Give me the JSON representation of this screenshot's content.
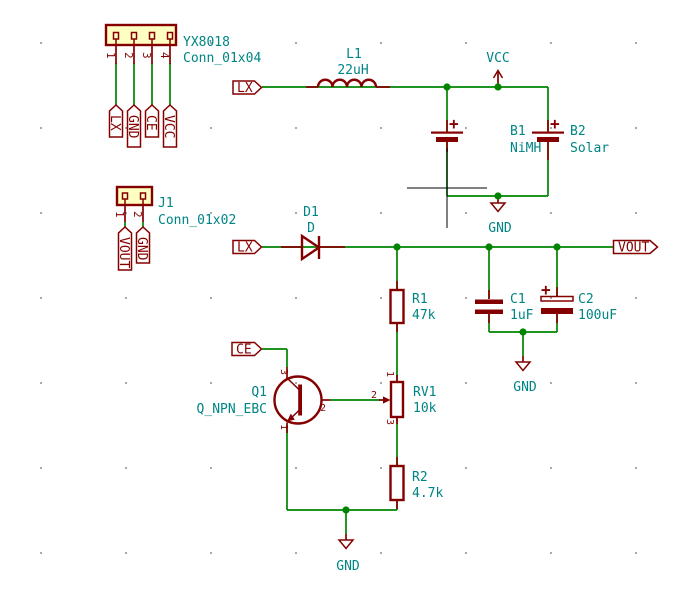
{
  "colors": {
    "background": "#FFFFFF",
    "wire": "#008400",
    "symbol_outline": "#840000",
    "value_text": "#008484",
    "label_text": "#840000",
    "connector_fill": "#FFFFC2",
    "grid_dot": "#7a7a7a",
    "junction": "#008400",
    "cursor": "#000000"
  },
  "connectors": {
    "yx8018": {
      "reference": "YX8018",
      "value": "Conn_01x04",
      "pin_numbers": [
        "1",
        "2",
        "3",
        "4"
      ],
      "pin_labels": [
        "LX",
        "GND",
        "CE",
        "VCC"
      ]
    },
    "j1": {
      "reference": "J1",
      "value": "Conn_01x02",
      "pin_numbers": [
        "1",
        "2"
      ],
      "pin_labels": [
        "VOUT",
        "GND"
      ]
    }
  },
  "components": {
    "l1": {
      "reference": "L1",
      "value": "22uH"
    },
    "b1": {
      "reference": "B1",
      "value": "NiMH",
      "polarity": "+"
    },
    "b2": {
      "reference": "B2",
      "value": "Solar",
      "polarity": "+"
    },
    "d1": {
      "reference": "D1",
      "value": "D"
    },
    "r1": {
      "reference": "R1",
      "value": "47k"
    },
    "r2": {
      "reference": "R2",
      "value": "4.7k"
    },
    "rv1": {
      "reference": "RV1",
      "value": "10k",
      "pin_numbers": [
        "1",
        "2",
        "3"
      ]
    },
    "q1": {
      "reference": "Q1",
      "value": "Q_NPN_EBC",
      "pin_numbers": [
        "1",
        "2",
        "3"
      ]
    },
    "c1": {
      "reference": "C1",
      "value": "1uF"
    },
    "c2": {
      "reference": "C2",
      "value": "100uF",
      "polarity": "+"
    }
  },
  "power_symbols": {
    "vcc": "VCC",
    "gnd_battery": "GND",
    "gnd_caps": "GND",
    "gnd_bottom": "GND"
  },
  "net_labels": {
    "lx_top": "LX",
    "lx_mid": "LX",
    "ce": "CE",
    "vout": "VOUT"
  }
}
